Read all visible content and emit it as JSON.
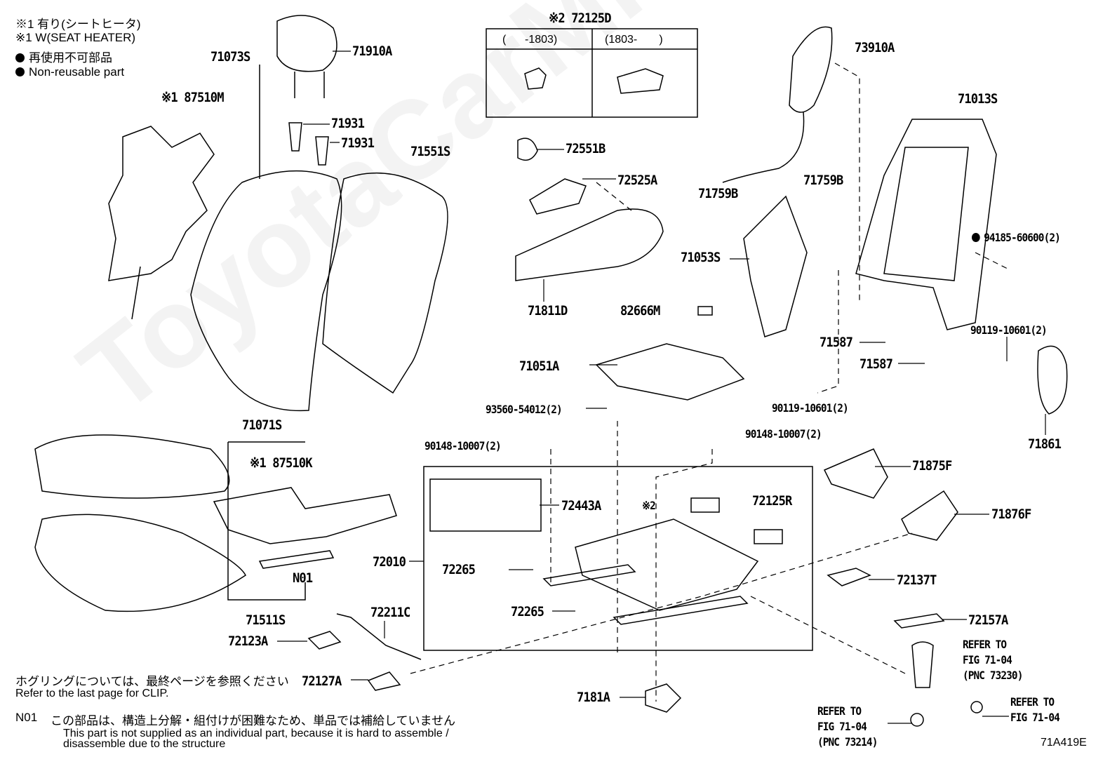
{
  "legend": {
    "l1": "※1 有り(シートヒータ)",
    "l2": "※1 W(SEAT HEATER)",
    "l3": "再使用不可部品",
    "l4": "Non-reusable part"
  },
  "inset_box": {
    "title": "※2 72125D",
    "col1": "(      -1803)",
    "col2": "(1803-       )"
  },
  "labels": [
    "71910A",
    "71073S",
    "※1 87510M",
    "71931",
    "71931",
    "71551S",
    "73910A",
    "71013S",
    "72551B",
    "72525A",
    "71759B",
    "71759B",
    "94185-60600(2)",
    "71053S",
    "71811D",
    "82666M",
    "71587",
    "71587",
    "90119-10601(2)",
    "71051A",
    "93560-54012(2)",
    "90119-10601(2)",
    "71861",
    "71071S",
    "※1 87510K",
    "90148-10007(2)",
    "90148-10007(2)",
    "71875F",
    "72443A",
    "※2",
    "72125R",
    "71876F",
    "72010",
    "72265",
    "72265",
    "N01",
    "72137T",
    "71511S",
    "72211C",
    "72123A",
    "72157A",
    "72127A",
    "7181A"
  ],
  "refers": {
    "r1": [
      "REFER TO",
      "FIG 71-04",
      "(PNC 73230)"
    ],
    "r2": [
      "REFER TO",
      "FIG 71-04"
    ],
    "r3": [
      "REFER TO",
      "FIG 71-04",
      "(PNC 73214)"
    ]
  },
  "notes": {
    "clip_jp": "ホグリングについては、最終ページを参照ください",
    "clip_en": "Refer to the last page for CLIP.",
    "n01_code": "N01",
    "n01_jp": "この部品は、構造上分解・組付けが困難なため、単品では補給していません",
    "n01_en1": "This part is not supplied as an individual part, because it is hard to assemble /",
    "n01_en2": "disassemble due to the structure"
  },
  "figure_id": "71A419E",
  "watermark": "ToyotaCarMiner.ru"
}
